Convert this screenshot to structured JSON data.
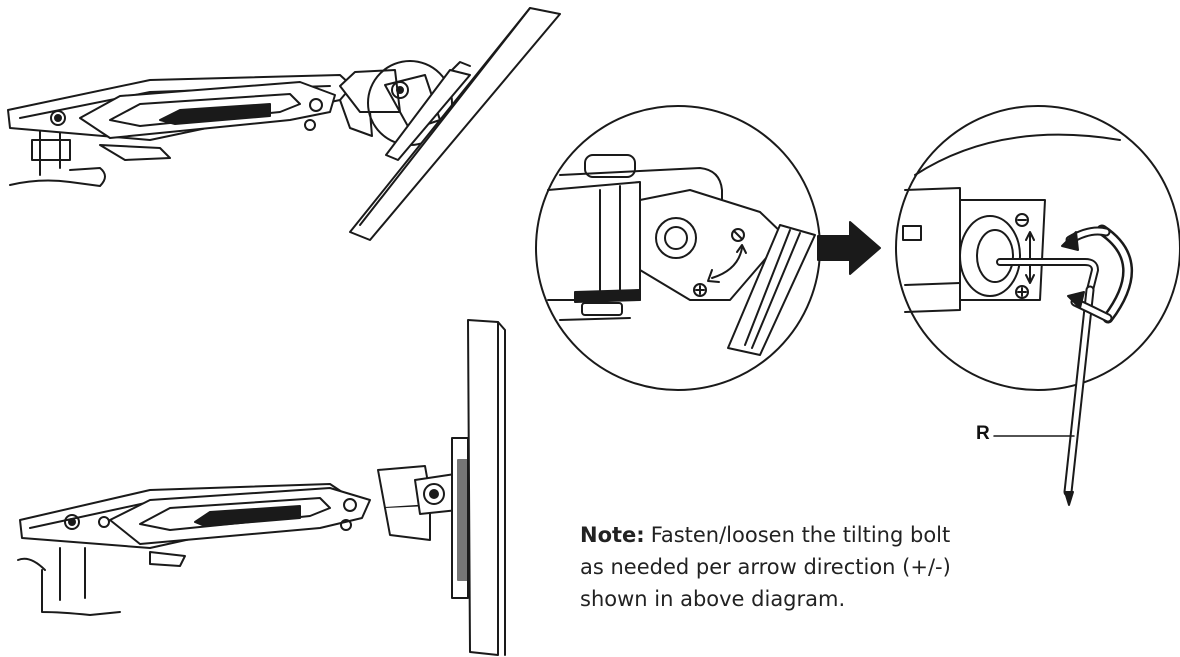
{
  "labels": {
    "wrench": "R"
  },
  "note": {
    "lead": "Note:",
    "line1": "Fasten/loosen the tilting bolt",
    "line2": "as needed per arrow direction (+/-)",
    "line3": "shown in above diagram."
  },
  "colors": {
    "line": "#1a1a1a",
    "fill": "#ffffff",
    "dark": "#111111"
  }
}
